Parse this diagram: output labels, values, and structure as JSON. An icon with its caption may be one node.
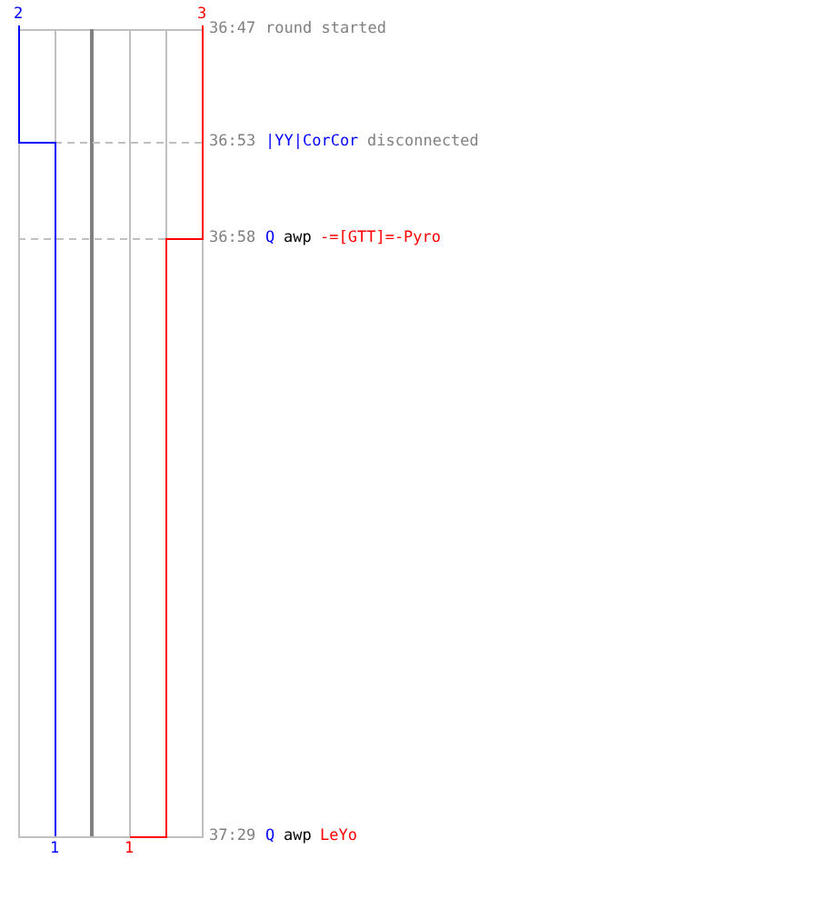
{
  "diagram": {
    "labels": [
      "2",
      "3",
      "36:47",
      "round started",
      "36:53",
      "|YY|CorCor",
      "disconnected",
      "36:58",
      "Q",
      "awp",
      "-=[GTT]=-Pyro",
      "37:29",
      "Q",
      "awp",
      "LeYo",
      "1",
      "1"
    ]
  }
}
